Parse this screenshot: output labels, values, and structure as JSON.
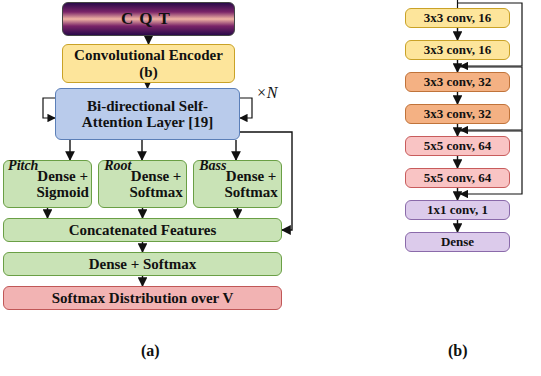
{
  "diagram": {
    "nodes": [
      {
        "text": [
          "CQT"
        ]
      },
      {
        "text": [
          "Convolutional Encoder (b)"
        ]
      },
      {
        "text": [
          "Bi-directional Self-Attention Layer [19]"
        ]
      },
      {
        "text": [
          "Pitch",
          "Dense + Sigmoid"
        ]
      },
      {
        "text": [
          "Root",
          "Dense + Softmax"
        ]
      },
      {
        "text": [
          "Bass",
          "Dense + Softmax"
        ]
      },
      {
        "text": [
          "Concatenated Features"
        ]
      },
      {
        "text": [
          "Dense + Softmax"
        ]
      },
      {
        "text": [
          "Softmax Distribution over V"
        ]
      },
      {
        "text": [
          "3x3 conv, 16"
        ]
      },
      {
        "text": [
          "3x3 conv, 16"
        ]
      },
      {
        "text": [
          "3x3 conv, 32"
        ]
      },
      {
        "text": [
          "3x3 conv, 32"
        ]
      },
      {
        "text": [
          "5x5 conv, 64"
        ]
      },
      {
        "text": [
          "5x5 conv, 64"
        ]
      },
      {
        "text": [
          "1x1 conv, 1"
        ]
      },
      {
        "text": [
          "Dense"
        ]
      }
    ],
    "edges": [
      {
        "from": 0,
        "to": 1,
        "arrow": "to"
      },
      {
        "from": 1,
        "to": 2,
        "arrow": "to"
      },
      {
        "from": 2,
        "to": 3,
        "arrow": "to"
      },
      {
        "from": 2,
        "to": 4,
        "arrow": "to"
      },
      {
        "from": 2,
        "to": 5,
        "arrow": "to"
      },
      {
        "from": 2,
        "to": 6,
        "arrow": "to"
      },
      {
        "from": 3,
        "to": 6,
        "arrow": "to"
      },
      {
        "from": 4,
        "to": 6,
        "arrow": "to"
      },
      {
        "from": 5,
        "to": 6,
        "arrow": "to"
      },
      {
        "from": 6,
        "to": 7,
        "arrow": "to"
      },
      {
        "from": 7,
        "to": 8,
        "arrow": "to"
      },
      {
        "from": 9,
        "to": 10,
        "arrow": "to"
      },
      {
        "from": 10,
        "to": 11,
        "arrow": "to"
      },
      {
        "from": 11,
        "to": 12,
        "arrow": "to"
      },
      {
        "from": 12,
        "to": 13,
        "arrow": "to"
      },
      {
        "from": 13,
        "to": 14,
        "arrow": "to"
      },
      {
        "from": 14,
        "to": 15,
        "arrow": "to"
      },
      {
        "from": 15,
        "to": 16,
        "arrow": "to"
      }
    ],
    "labels": [
      "×N",
      "(a)",
      "(b)"
    ]
  }
}
